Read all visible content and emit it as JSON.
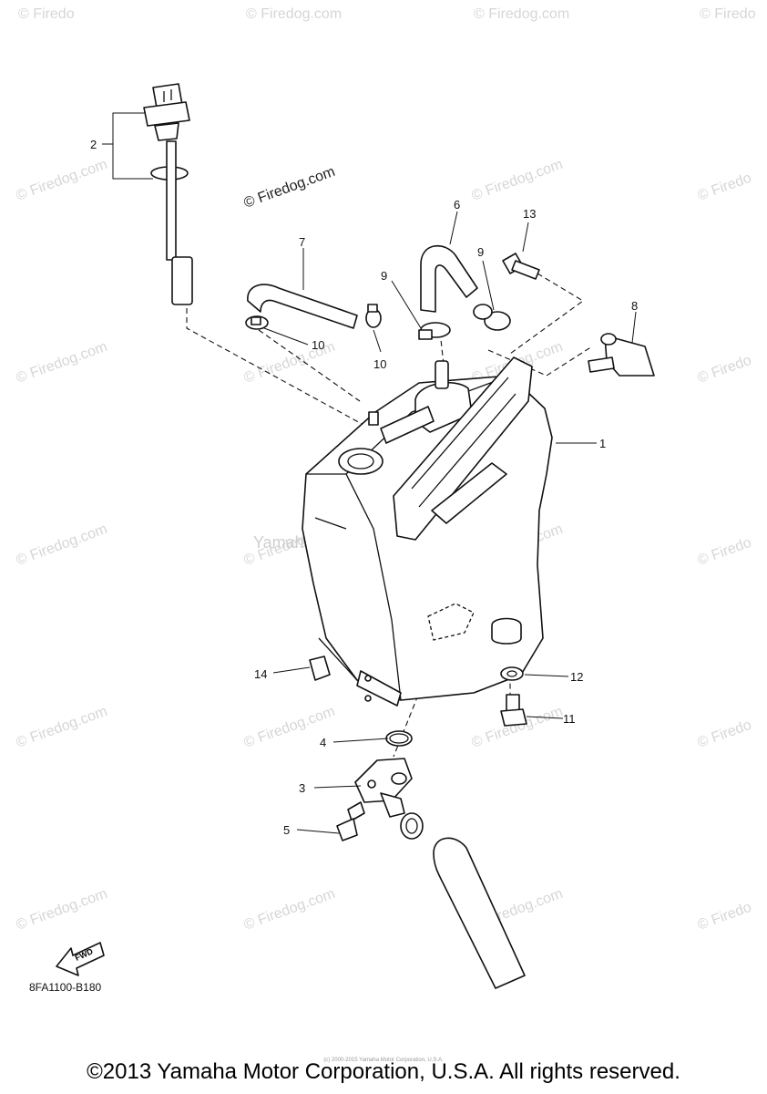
{
  "diagram": {
    "watermark_main": "© Firedog.com",
    "watermark_tile": "© Firedog.com",
    "watermark_edge": "© Firedo",
    "center_watermark": "Yamaha Motor Corp. U.S.A.",
    "fwd_label": "FWD",
    "diagram_code": "8FA1100-B180",
    "callouts": [
      "1",
      "2",
      "3",
      "4",
      "5",
      "6",
      "7",
      "8",
      "9",
      "9",
      "10",
      "10",
      "11",
      "12",
      "13",
      "14"
    ]
  },
  "footer": {
    "copyright": "©2013 Yamaha Motor Corporation, U.S.A. All rights reserved.",
    "fine_print": "(c) 2000-2015 Yamaha Motor Corporation, U.S.A."
  }
}
